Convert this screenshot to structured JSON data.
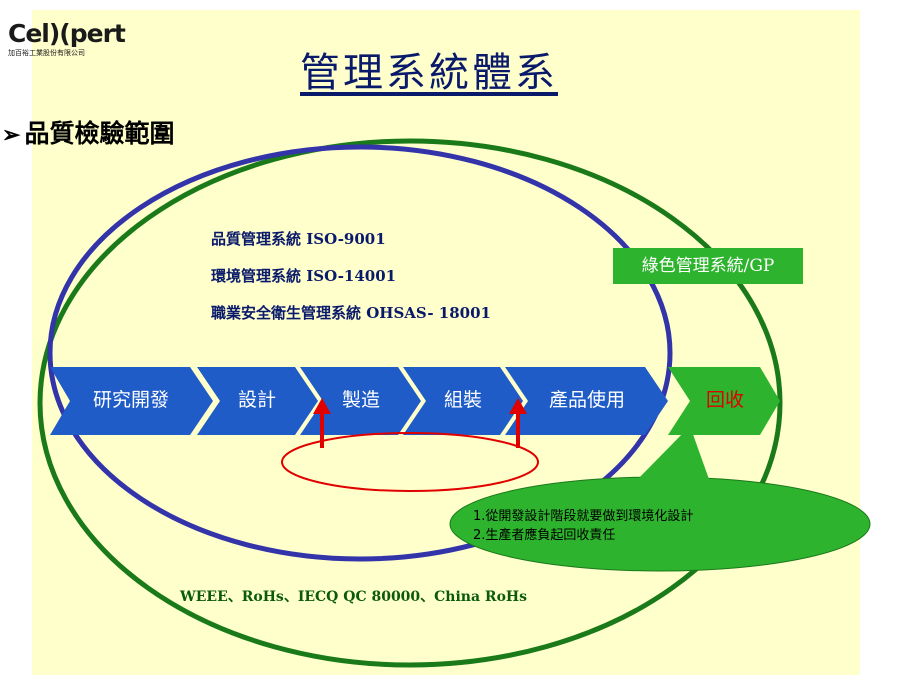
{
  "logo": {
    "name": "Cel)(pert",
    "company": "加百裕工業股份有限公司"
  },
  "title": "管理系統體系",
  "subtitle": "品質檢驗範圍",
  "systems": [
    "品質管理系統  ISO-9001",
    "環境管理系統  ISO-14001",
    "職業安全衛生管理系統 OHSAS- 18001"
  ],
  "green_system": "綠色管理系統/GP",
  "process_steps": [
    "研究開發",
    "設計",
    "製造",
    "組裝",
    "產品使用",
    "回收"
  ],
  "notes": [
    "1.從開發設計階段就要做到環境化設計",
    "2.生產者應負起回收責任"
  ],
  "standards": "WEEE、RoHs、IECQ QC 80000、China RoHs",
  "colors": {
    "background": "#ffffcc",
    "title": "#0a1a6b",
    "inner_ellipse": "#3333aa",
    "outer_ellipse": "#1a7a1a",
    "chevron": "#1f5cc8",
    "recycle_chevron": "#2db32d",
    "callout": "#2db32d",
    "highlight_ellipse": "#e00000",
    "arrow": "#e00000"
  }
}
